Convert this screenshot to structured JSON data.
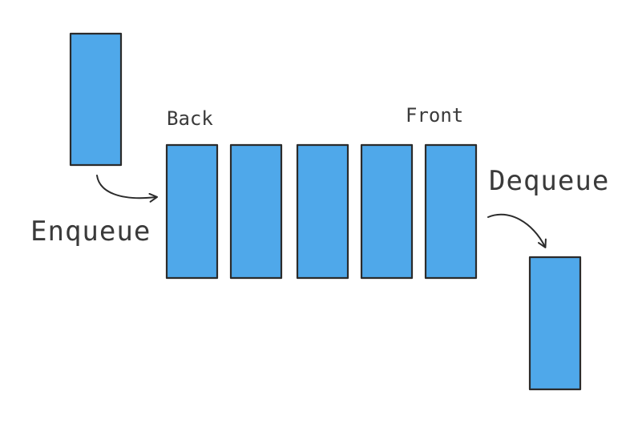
{
  "labels": {
    "back": "Back",
    "front": "Front",
    "enqueue": "Enqueue",
    "dequeue": "Dequeue"
  },
  "queue": {
    "item_count": 5
  },
  "colors": {
    "block_fill": "#4FA8EA",
    "stroke": "#2b2b2b",
    "text": "#3a3a3a"
  }
}
